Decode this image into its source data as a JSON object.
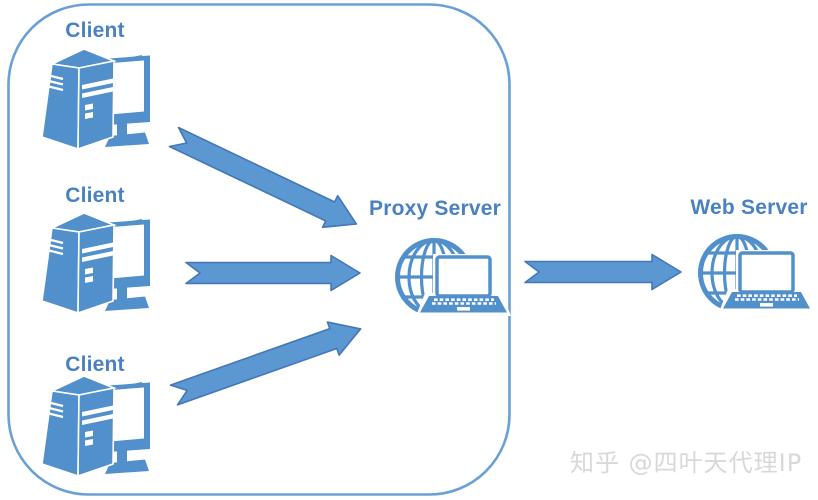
{
  "diagram": {
    "clients": [
      {
        "id": "client-1",
        "label": "Client"
      },
      {
        "id": "client-2",
        "label": "Client"
      },
      {
        "id": "client-3",
        "label": "Client"
      }
    ],
    "proxy_server": {
      "label": "Proxy Server"
    },
    "web_server": {
      "label": "Web Server"
    },
    "connections": [
      {
        "from": "client-1",
        "to": "proxy-server"
      },
      {
        "from": "client-2",
        "to": "proxy-server"
      },
      {
        "from": "client-3",
        "to": "proxy-server"
      },
      {
        "from": "proxy-server",
        "to": "web-server"
      }
    ],
    "watermark": "知乎 @四叶天代理IP",
    "colors": {
      "icon_blue": "#5290CB",
      "arrow_fill": "#5B97D1",
      "arrow_outline": "#4577B8",
      "boundary_blue": "#6BA0D6",
      "label_blue": "#4A81C0",
      "watermark_gray": "#D8D8D8"
    }
  }
}
